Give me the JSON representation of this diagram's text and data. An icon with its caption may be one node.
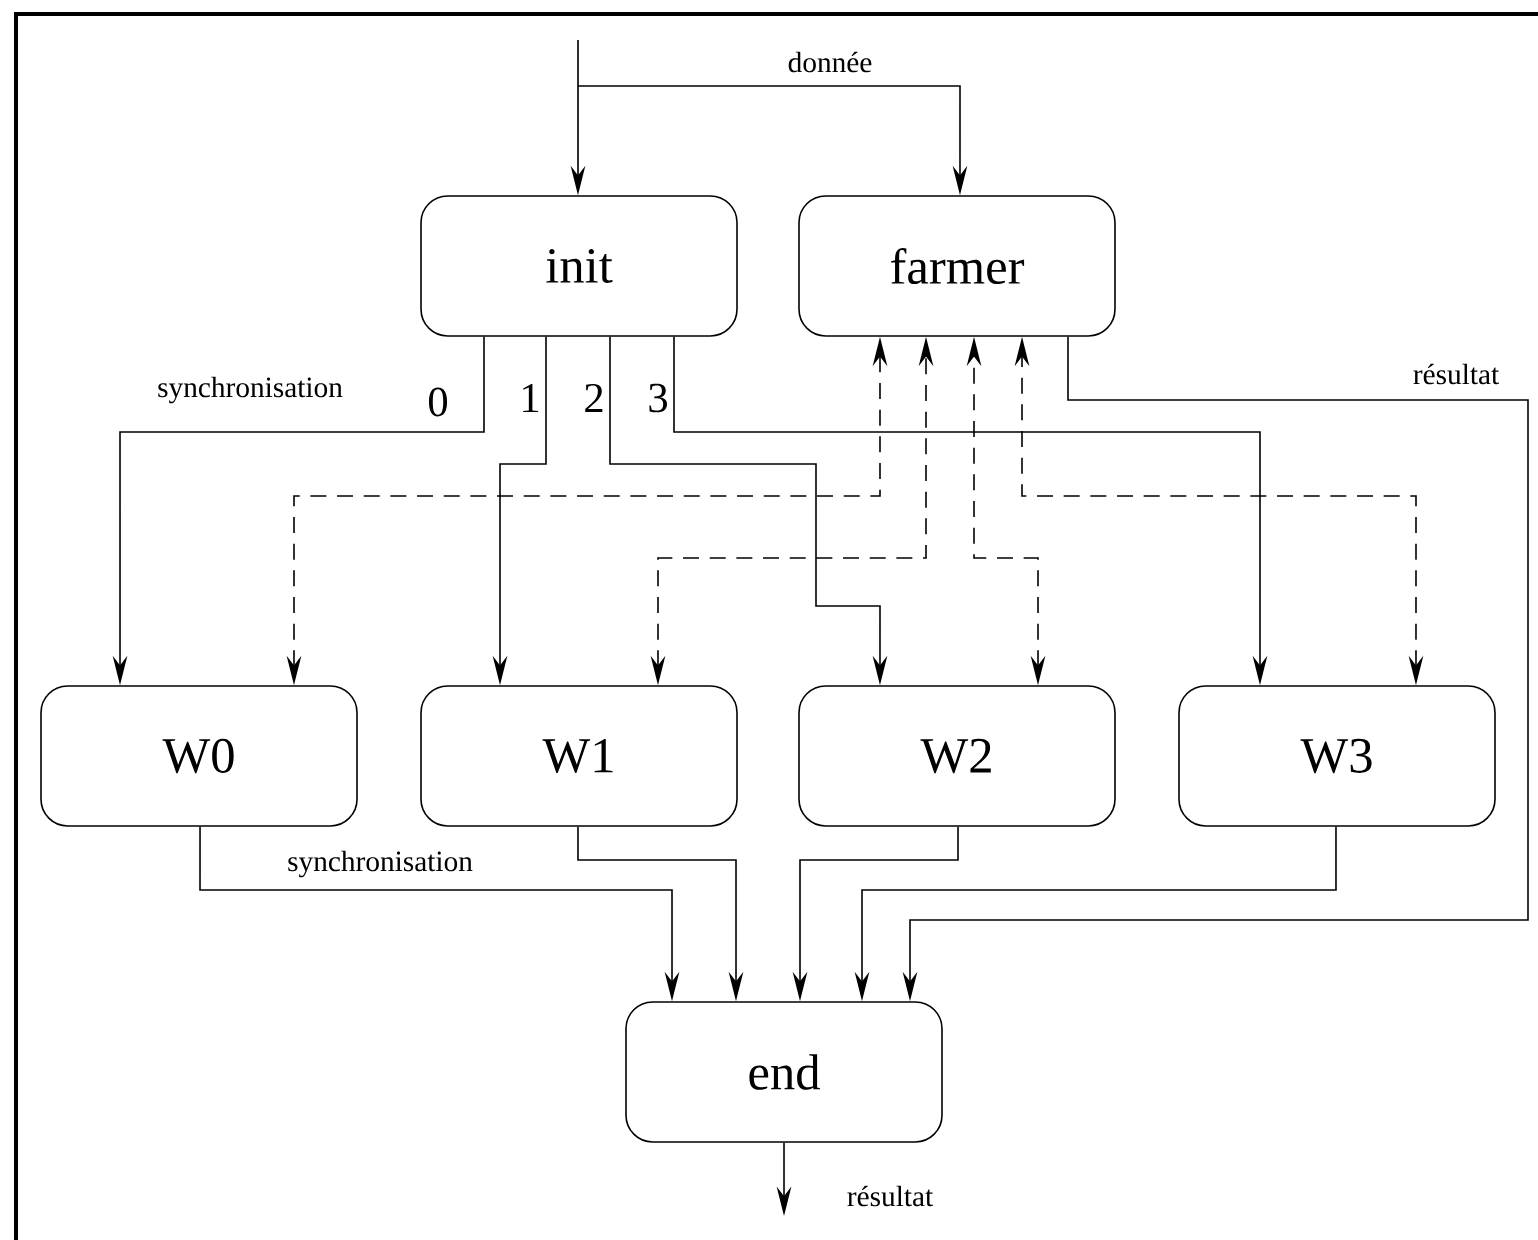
{
  "diagram": {
    "nodes": [
      {
        "text": [
          "init"
        ]
      },
      {
        "text": [
          "farmer"
        ]
      },
      {
        "text": [
          "W0"
        ]
      },
      {
        "text": [
          "W1"
        ]
      },
      {
        "text": [
          "W2"
        ]
      },
      {
        "text": [
          "W3"
        ]
      },
      {
        "text": [
          "end"
        ]
      }
    ],
    "edges": [
      {
        "from": null,
        "to": 0,
        "arrow": "to"
      },
      {
        "from": null,
        "to": 1,
        "arrow": "to",
        "label": "donnée"
      },
      {
        "from": 0,
        "to": 2,
        "arrow": "to",
        "label": "0"
      },
      {
        "from": 0,
        "to": 3,
        "arrow": "to",
        "label": "1"
      },
      {
        "from": 0,
        "to": 4,
        "arrow": "to",
        "label": "2"
      },
      {
        "from": 0,
        "to": 5,
        "arrow": "to",
        "label": "3"
      },
      {
        "from": 2,
        "to": 1,
        "arrow": "both",
        "style": "dashed"
      },
      {
        "from": 3,
        "to": 1,
        "arrow": "both",
        "style": "dashed"
      },
      {
        "from": 4,
        "to": 1,
        "arrow": "both",
        "style": "dashed"
      },
      {
        "from": 5,
        "to": 1,
        "arrow": "both",
        "style": "dashed"
      },
      {
        "from": 1,
        "to": 6,
        "arrow": "to",
        "label": "résultat"
      },
      {
        "from": 2,
        "to": 6,
        "arrow": "to"
      },
      {
        "from": 3,
        "to": 6,
        "arrow": "to"
      },
      {
        "from": 4,
        "to": 6,
        "arrow": "to"
      },
      {
        "from": 5,
        "to": 6,
        "arrow": "to"
      },
      {
        "from": 6,
        "to": null,
        "arrow": "to",
        "label": "résultat"
      }
    ],
    "labels": [
      "synchronisation",
      "synchronisation"
    ]
  }
}
